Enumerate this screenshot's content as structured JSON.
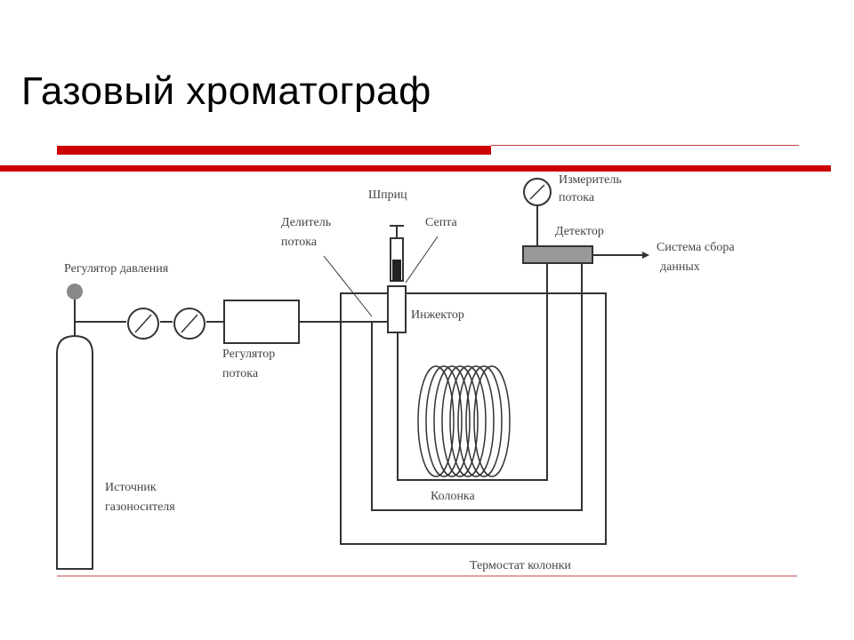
{
  "slide": {
    "title": "Газовый хроматограф",
    "accent_color": "#cc0000",
    "rule_color": "#c04040"
  },
  "diagram": {
    "labels": {
      "syringe": "Шприц",
      "septum": "Септа",
      "flow_splitter_1": "Делитель",
      "flow_splitter_2": "потока",
      "flow_meter_1": "Измеритель",
      "flow_meter_2": "потока",
      "detector": "Детектор",
      "data_system_1": "Система сбора",
      "data_system_2": "данных",
      "pressure_regulator": "Регулятор давления",
      "injector": "Инжектор",
      "flow_regulator_1": "Регулятор",
      "flow_regulator_2": "потока",
      "gas_source_1": "Источник",
      "gas_source_2": "газоносителя",
      "column": "Колонка",
      "column_thermostat": "Термостат колонки"
    }
  }
}
